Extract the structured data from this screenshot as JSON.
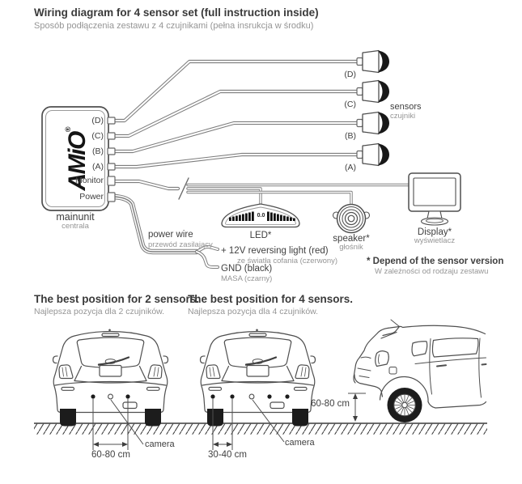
{
  "header": {
    "title": "Wiring diagram for 4 sensor set (full instruction inside)",
    "subtitle": "Sposób podłączenia zestawu z 4 czujnikami (pełna insrukcja w środku)"
  },
  "wiring": {
    "main_unit": {
      "brand": "AMiO",
      "reg": "®",
      "name": "mainunit",
      "name_pl": "centrala",
      "ports": [
        "(D)",
        "(C)",
        "(B)",
        "(A)",
        "Monitor",
        "Power"
      ]
    },
    "sensors": {
      "name": "sensors",
      "name_pl": "czujniki",
      "labels": [
        "(D)",
        "(C)",
        "(B)",
        "(A)"
      ]
    },
    "led": {
      "name": "LED*",
      "readout": "0.0"
    },
    "speaker": {
      "name": "speaker*",
      "name_pl": "głośnik"
    },
    "display": {
      "name": "Display*",
      "name_pl": "wyświetlacz"
    },
    "power_wire": {
      "name": "power wire",
      "name_pl": "przewód zasilający"
    },
    "reversing_wire": {
      "name": "+ 12V reversing light (red)",
      "name_pl": "ze światła cofania (czerwony)"
    },
    "ground_wire": {
      "name": "GND (black)",
      "name_pl": "MASA (czarny)"
    },
    "footnote": {
      "en": "* Depend of the sensor version",
      "pl": "W zależności od rodzaju zestawu"
    }
  },
  "positions": {
    "two_sensors": {
      "title": "The best position for 2 sensors.",
      "subtitle": "Najlepsza pozycja dla 2 czujników.",
      "distance": "60-80 cm",
      "camera": "camera"
    },
    "four_sensors": {
      "title": "The best position for 4 sensors.",
      "subtitle": "Najlepsza pozycja dla 4 czujników.",
      "distance": "30-40 cm",
      "camera": "camera"
    },
    "side_view": {
      "height": "60-80 cm"
    }
  }
}
